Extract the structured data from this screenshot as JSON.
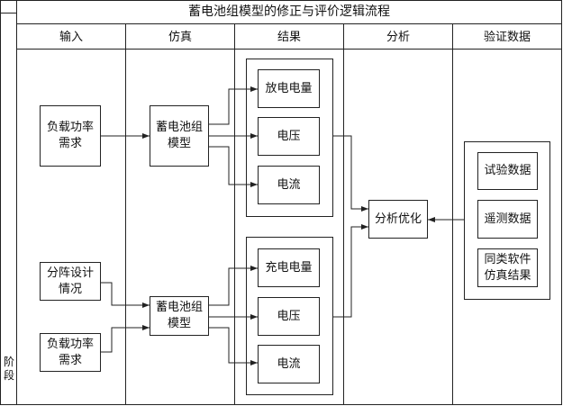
{
  "title": "蓄电池组模型的修正与评价逻辑流程",
  "stage_label": "阶段",
  "columns": [
    "输入",
    "仿真",
    "结果",
    "分析",
    "验证数据"
  ],
  "input": {
    "top": "负载功率\n需求",
    "mid": "分阵设计\n情况",
    "bottom": "负载功率\n需求"
  },
  "simulation": {
    "top": "蓄电池组\n模型",
    "bottom": "蓄电池组\n模型"
  },
  "results": {
    "top": [
      "放电电量",
      "电压",
      "电流"
    ],
    "bottom": [
      "充电电量",
      "电压",
      "电流"
    ]
  },
  "analysis": "分析优化",
  "validation": [
    "试验数据",
    "遥测数据",
    "同类软件\n仿真结果"
  ]
}
